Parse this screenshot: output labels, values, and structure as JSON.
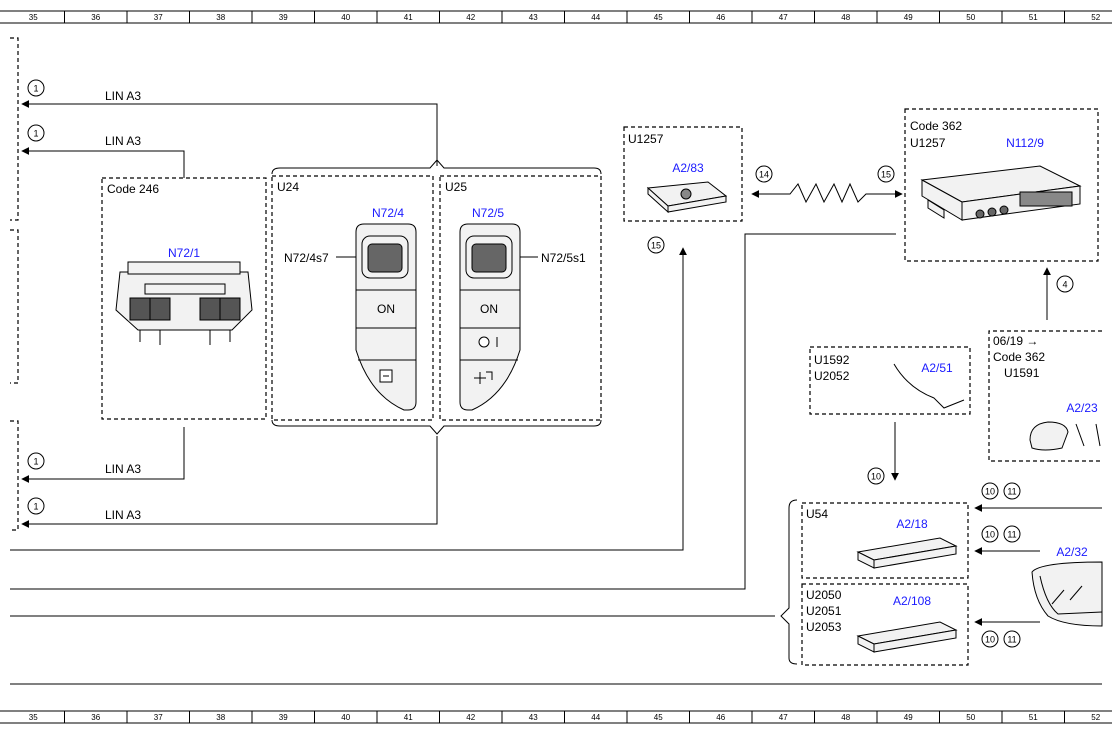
{
  "ruler": {
    "numbers": [
      "35",
      "36",
      "37",
      "38",
      "39",
      "40",
      "41",
      "42",
      "43",
      "44",
      "45",
      "46",
      "47",
      "48",
      "49",
      "50",
      "51",
      "52"
    ]
  },
  "labels": {
    "lin_a3": "LIN A3",
    "code_246": "Code 246",
    "u24": "U24",
    "u25": "U25",
    "u1257": "U1257",
    "code_362": "Code 362",
    "u1592": "U1592",
    "u2052": "U2052",
    "date_0619": "06/19 →",
    "u1591": "U1591",
    "u54": "U54",
    "u2050": "U2050",
    "u2051": "U2051",
    "u2053": "U2053",
    "on": "ON",
    "n72_4s7": "N72/4s7",
    "n72_5s1": "N72/5s1"
  },
  "components": {
    "n72_1": "N72/1",
    "n72_4": "N72/4",
    "n72_5": "N72/5",
    "a2_83": "A2/83",
    "n112_9": "N112/9",
    "a2_51": "A2/51",
    "a2_23": "A2/23",
    "a2_18": "A2/18",
    "a2_32": "A2/32",
    "a2_108": "A2/108"
  },
  "markers": {
    "m1": "1",
    "m4": "4",
    "m10": "10",
    "m11": "11",
    "m14": "14",
    "m15": "15"
  },
  "colors": {
    "component_label": "#1a1aff",
    "line": "#000000"
  }
}
